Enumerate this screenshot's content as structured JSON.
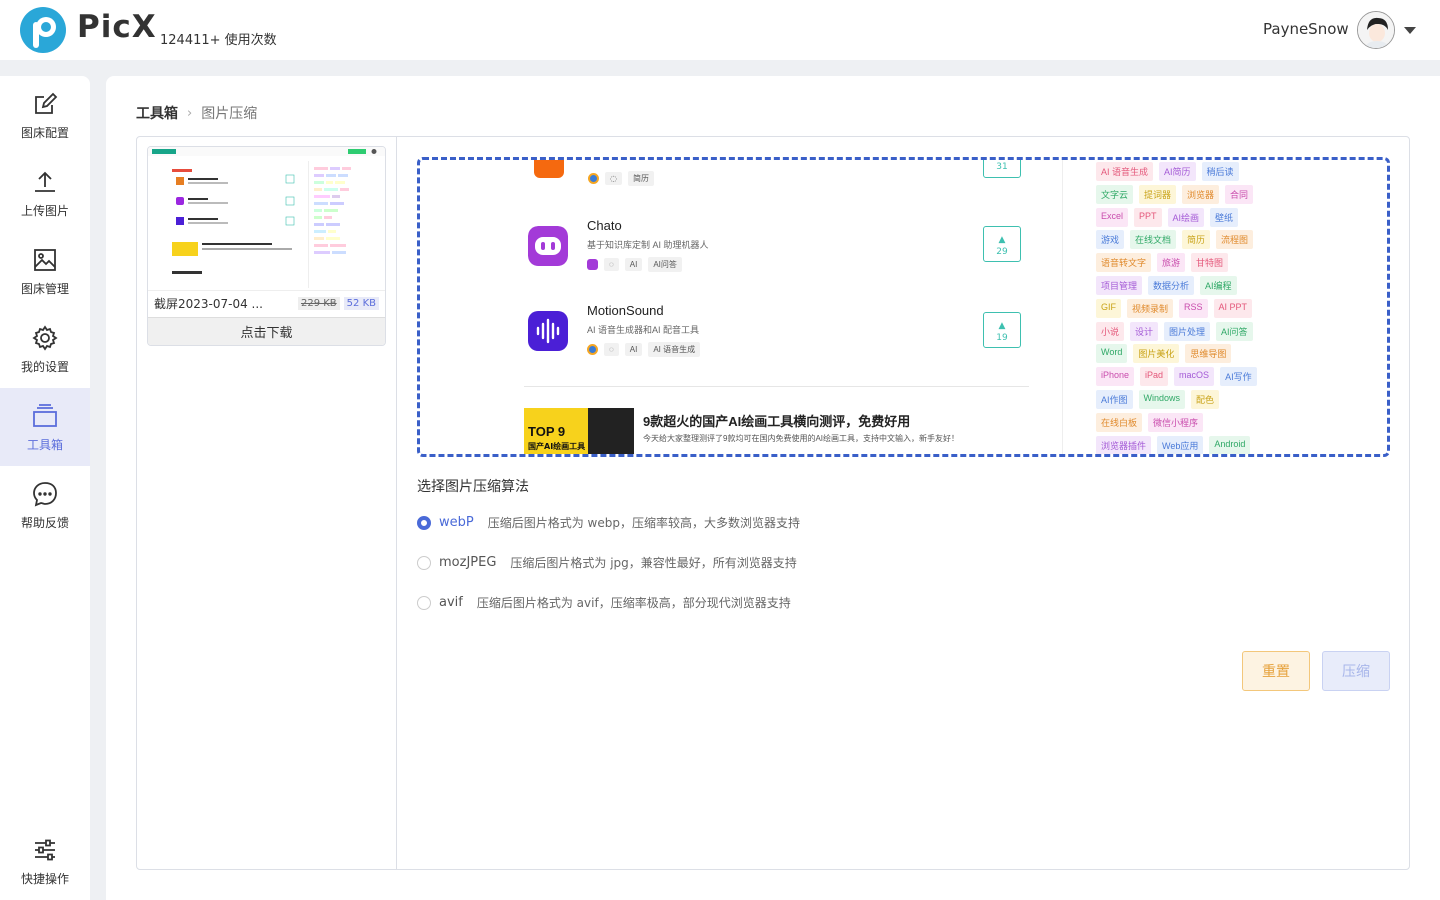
{
  "header": {
    "brand": "PicX",
    "usage": "124411+ 使用次数",
    "username": "PayneSnow"
  },
  "sidebar": {
    "items": [
      {
        "label": "图床配置",
        "icon": "edit-icon"
      },
      {
        "label": "上传图片",
        "icon": "upload-icon"
      },
      {
        "label": "图床管理",
        "icon": "image-icon"
      },
      {
        "label": "我的设置",
        "icon": "gear-icon"
      },
      {
        "label": "工具箱",
        "icon": "toolbox-icon",
        "active": true
      },
      {
        "label": "帮助反馈",
        "icon": "chat-icon"
      }
    ],
    "bottom": {
      "label": "快捷操作",
      "icon": "sliders-icon"
    }
  },
  "breadcrumb": {
    "root": "工具箱",
    "current": "图片压缩"
  },
  "file": {
    "name": "截屏2023-07-04 ...",
    "original_size": "229 KB",
    "compressed_size": "52 KB",
    "download_label": "点击下载"
  },
  "preview": {
    "top_tag": "简历",
    "top_vote": "31",
    "items": [
      {
        "title": "Chato",
        "desc": "基于知识库定制 AI 助理机器人",
        "tags": [
          "AI",
          "AI问答"
        ],
        "vote": "29"
      },
      {
        "title": "MotionSound",
        "desc": "AI 语音生成器和AI 配音工具",
        "tags": [
          "AI",
          "AI 语音生成"
        ],
        "vote": "19"
      }
    ],
    "banner": {
      "label": "TOP 9",
      "sub": "国产AI绘画工具",
      "title": "9款超火的国产AI绘画工具横向测评，免费好用",
      "desc": "今天给大家整理测评了9款均可在国内免费使用的AI绘画工具，支持中文输入，新手友好！"
    },
    "tag_rows": [
      [
        "AI 语音生成",
        "AI简历",
        "稍后读"
      ],
      [
        "文字云",
        "提词器",
        "浏览器",
        "合同"
      ],
      [
        "Excel",
        "PPT",
        "AI绘画",
        "壁纸"
      ],
      [
        "游戏",
        "在线文档",
        "简历",
        "流程图"
      ],
      [
        "语音转文字",
        "旅游",
        "甘特图"
      ],
      [
        "项目管理",
        "数据分析",
        "AI编程"
      ],
      [
        "GIF",
        "视频录制",
        "RSS",
        "AI PPT"
      ],
      [
        "小说",
        "设计",
        "图片处理",
        "AI问答"
      ],
      [
        "Word",
        "图片美化",
        "思维导图"
      ],
      [
        "iPhone",
        "iPad",
        "macOS",
        "AI写作"
      ],
      [
        "AI作图",
        "Windows",
        "配色"
      ],
      [
        "在线白板",
        "微信小程序"
      ],
      [
        "浏览器插件",
        "Web应用",
        "Android"
      ]
    ]
  },
  "algorithm": {
    "title": "选择图片压缩算法",
    "options": [
      {
        "name": "webP",
        "desc": "压缩后图片格式为 webp，压缩率较高，大多数浏览器支持",
        "selected": true
      },
      {
        "name": "mozJPEG",
        "desc": "压缩后图片格式为 jpg，兼容性最好，所有浏览器支持",
        "selected": false
      },
      {
        "name": "avif",
        "desc": "压缩后图片格式为 avif，压缩率极高，部分现代浏览器支持",
        "selected": false
      }
    ]
  },
  "actions": {
    "reset": "重置",
    "compress": "压缩"
  },
  "colors": {
    "accent": "#4a6ad8",
    "reset": "#e6a23c",
    "teal": "#3ec0b0"
  }
}
